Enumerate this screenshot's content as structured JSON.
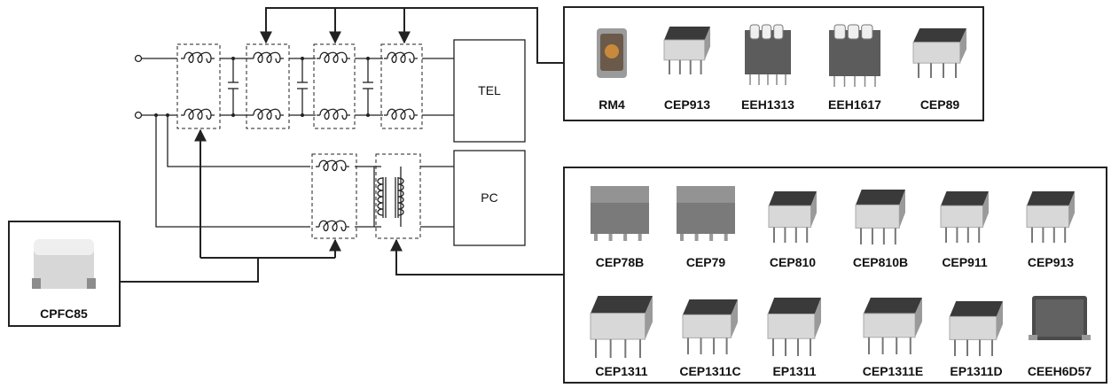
{
  "blocks": {
    "tel": "TEL",
    "pc": "PC"
  },
  "panels": {
    "top": {
      "items": [
        "RM4",
        "CEP913",
        "EEH1313",
        "EEH1617",
        "CEP89"
      ]
    },
    "bottom": {
      "row1": [
        "CEP78B",
        "CEP79",
        "CEP810",
        "CEP810B",
        "CEP911",
        "CEP913"
      ],
      "row2": [
        "CEP1311",
        "CEP1311C",
        "EP1311",
        "CEP1311E",
        "EP1311D",
        "CEEH6D57"
      ]
    },
    "left": {
      "item": "CPFC85"
    }
  }
}
